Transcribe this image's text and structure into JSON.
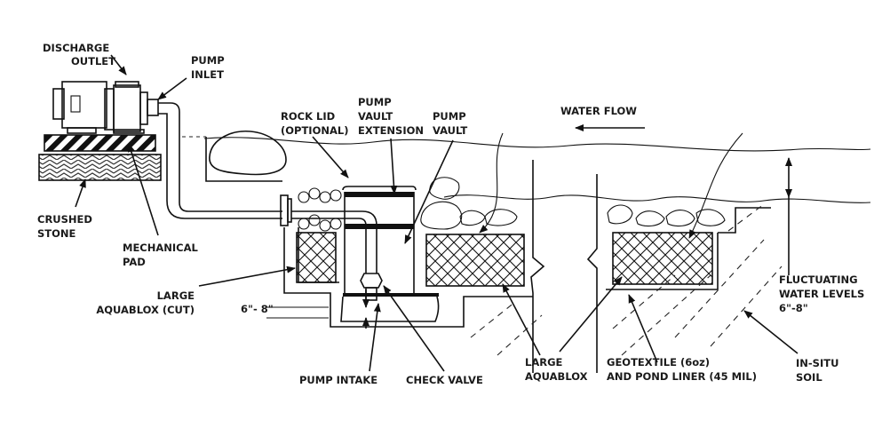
{
  "diagram": {
    "title": "Pump vault with Aquablox in stream/pond cross-section",
    "labels": {
      "discharge_outlet": [
        "DISCHARGE",
        "OUTLET"
      ],
      "pump_inlet": [
        "PUMP",
        "INLET"
      ],
      "crushed_stone": [
        "CRUSHED",
        "STONE"
      ],
      "mechanical_pad": [
        "MECHANICAL",
        "PAD"
      ],
      "rock_lid": [
        "ROCK LID",
        "(OPTIONAL)"
      ],
      "pump_vault_extension": [
        "PUMP",
        "VAULT",
        "EXTENSION"
      ],
      "pump_vault": [
        "PUMP",
        "VAULT"
      ],
      "water_flow": "WATER FLOW",
      "large_aquablox_cut": [
        "LARGE",
        "AQUABLOX (CUT)"
      ],
      "depth_left": "6\"- 8\"",
      "pump_intake": "PUMP INTAKE",
      "check_valve": "CHECK VALVE",
      "large_aquablox": [
        "LARGE",
        "AQUABLOX"
      ],
      "geotextile": [
        "GEOTEXTILE (6oz)",
        "AND POND LINER (45 MIL)"
      ],
      "in_situ_soil": [
        "IN-SITU",
        "SOIL"
      ],
      "fluctuating_water": [
        "FLUCTUATING",
        "WATER LEVELS",
        "6\"-8\""
      ]
    }
  }
}
